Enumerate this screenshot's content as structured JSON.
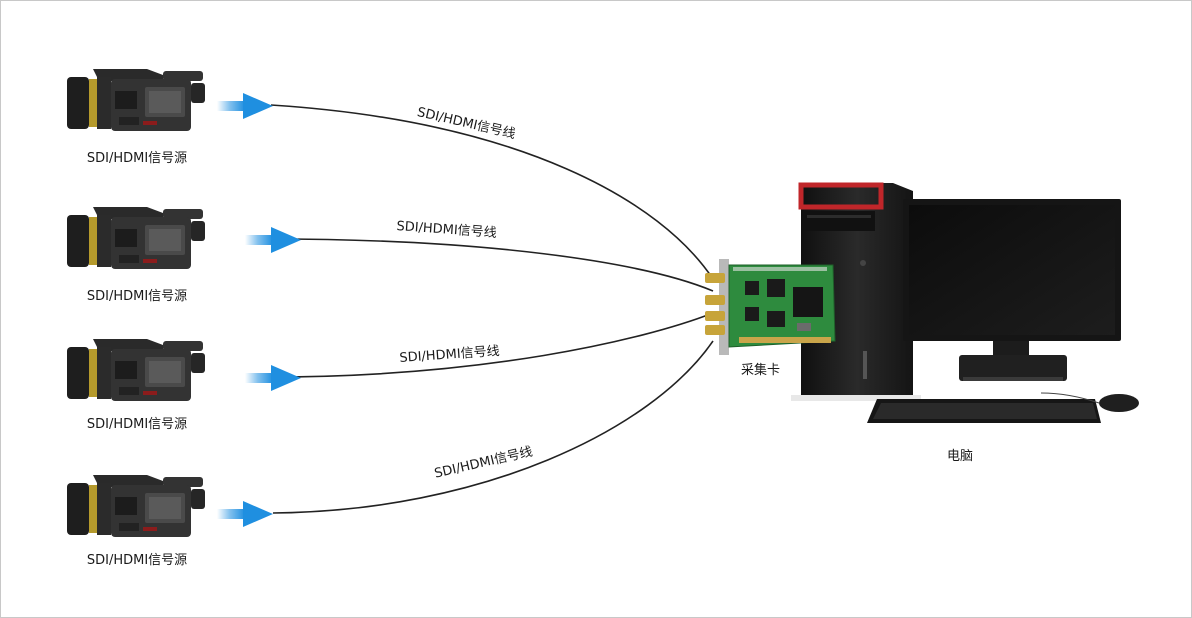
{
  "sources": [
    {
      "label": "SDI/HDMI信号源"
    },
    {
      "label": "SDI/HDMI信号源"
    },
    {
      "label": "SDI/HDMI信号源"
    },
    {
      "label": "SDI/HDMI信号源"
    }
  ],
  "cables": [
    {
      "label": "SDI/HDMI信号线"
    },
    {
      "label": "SDI/HDMI信号线"
    },
    {
      "label": "SDI/HDMI信号线"
    },
    {
      "label": "SDI/HDMI信号线"
    }
  ],
  "capture_card": {
    "label": "采集卡"
  },
  "computer": {
    "label": "电脑"
  },
  "colors": {
    "arrow": "#1f8fe0",
    "cable": "#222222",
    "pcb": "#2e8b3e",
    "tower": "#1b1b1b",
    "tower_accent": "#c0262a"
  }
}
